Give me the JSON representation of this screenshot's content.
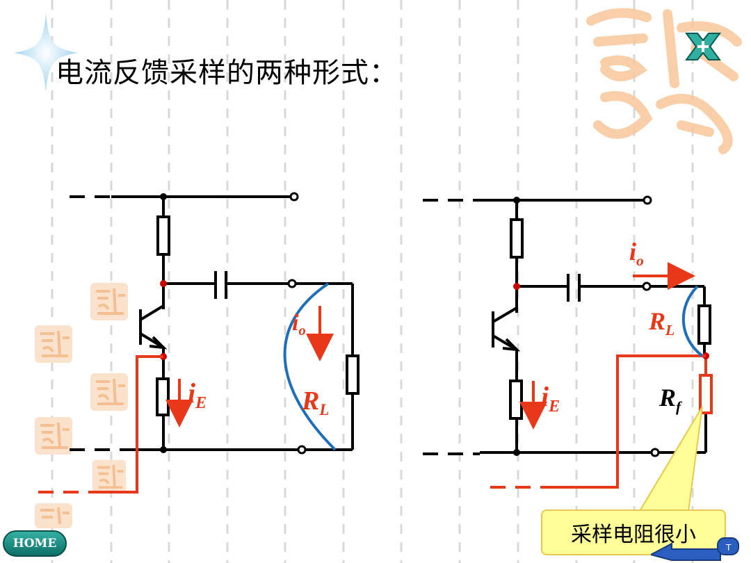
{
  "slide": {
    "title": "电流反馈采样的两种形式："
  },
  "circuit_left": {
    "io_label": "i",
    "io_sub": "o",
    "ie_label": "i",
    "ie_sub": "E",
    "rl_label": "R",
    "rl_sub": "L"
  },
  "circuit_right": {
    "io_label": "i",
    "io_sub": "o",
    "ie_label": "i",
    "ie_sub": "E",
    "rl_label": "R",
    "rl_sub": "L",
    "rf_label": "R",
    "rf_sub": "f"
  },
  "callout": {
    "text": "采样电阻很小"
  },
  "nav": {
    "home_label": "HOME"
  },
  "colors": {
    "accent_red": "#e8381a",
    "wire_black": "#000000",
    "curve_blue": "#1f6fb8",
    "callout_bg": "#ffff99",
    "deco_orange": "#f7c79a"
  }
}
